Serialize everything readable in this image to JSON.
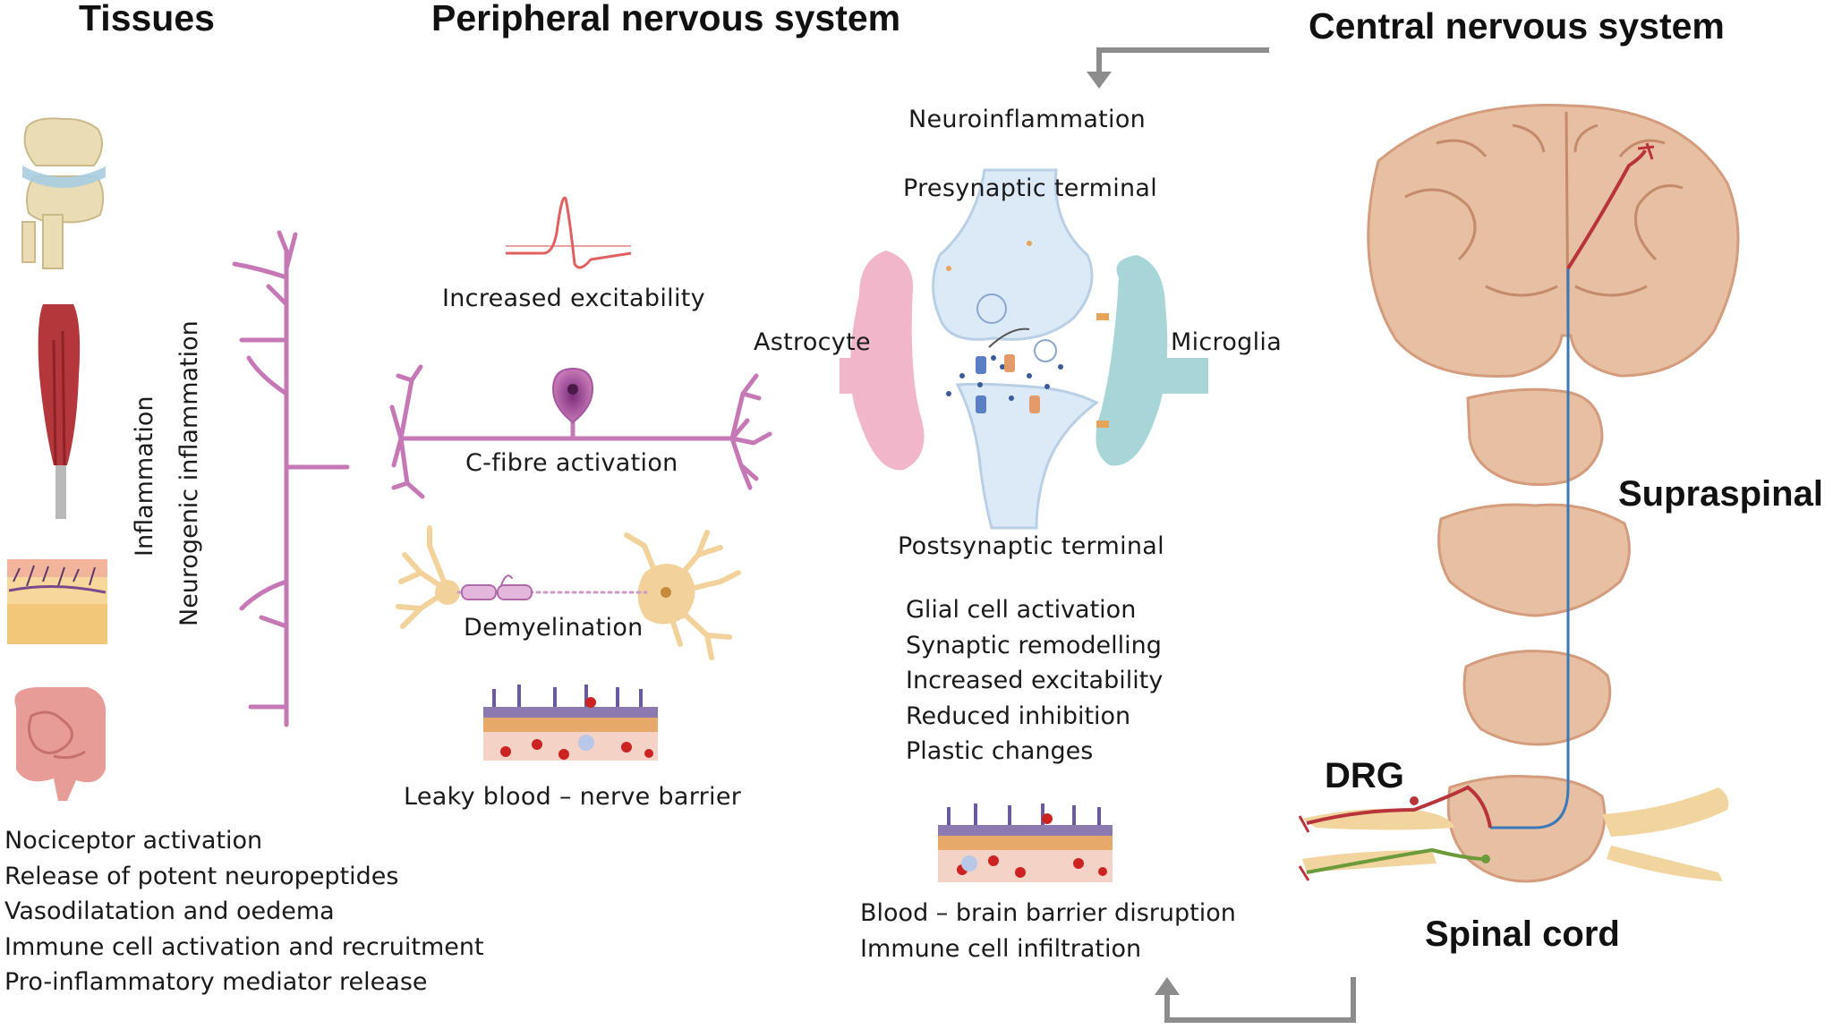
{
  "headings": {
    "tissues": "Tissues",
    "peripheral": "Peripheral nervous system",
    "central": "Central nervous system"
  },
  "tissues": {
    "vertical_labels": [
      "Inflammation",
      "Neurogenic inflammation"
    ],
    "effects": [
      "Nociceptor activation",
      "Release of potent neuropeptides",
      "Vasodilatation and oedema",
      "Immune cell activation and recruitment",
      "Pro-inflammatory mediator release"
    ]
  },
  "peripheral": {
    "labels": {
      "excitability": "Increased excitability",
      "c_fibre": "C-fibre activation",
      "demyelination": "Demyelination",
      "barrier": "Leaky blood – nerve barrier"
    }
  },
  "synapse": {
    "neuroinflammation": "Neuroinflammation",
    "presynaptic": "Presynaptic terminal",
    "postsynaptic": "Postsynaptic terminal",
    "astrocyte": "Astrocyte",
    "microglia": "Microglia",
    "changes": [
      "Glial cell activation",
      "Synaptic remodelling",
      "Increased excitability",
      "Reduced inhibition",
      "Plastic changes"
    ],
    "barrier": [
      "Blood – brain barrier disruption",
      "Immune cell infiltration"
    ]
  },
  "cns": {
    "supraspinal": "Supraspinal",
    "drg": "DRG",
    "spinal_cord": "Spinal cord"
  },
  "colors": {
    "nerve": "#c678b6",
    "brain": "#e7bfa3",
    "astrocyte": "#f2b6cb",
    "microglia": "#a8d6d8",
    "synapse": "#dce9f6",
    "arrow": "#8c8c8c",
    "pathway_blue": "#3a78b8",
    "pathway_red": "#b8343a",
    "pathway_green": "#6a9a3a"
  }
}
